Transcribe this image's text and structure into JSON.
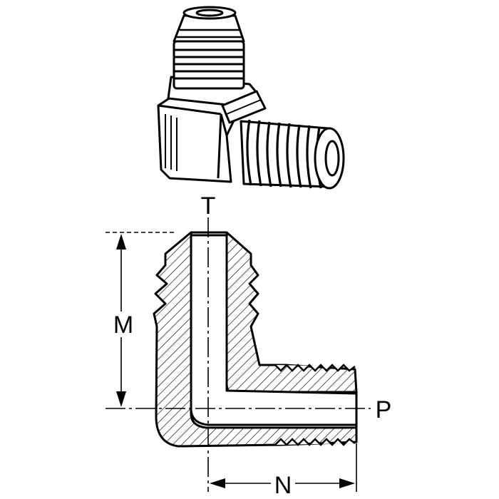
{
  "diagram": {
    "labels": {
      "top_port": "T",
      "side_port": "P",
      "vertical_dim": "M",
      "horizontal_dim": "N"
    }
  },
  "colors": {
    "ink": "#000000",
    "paper": "#ffffff"
  }
}
